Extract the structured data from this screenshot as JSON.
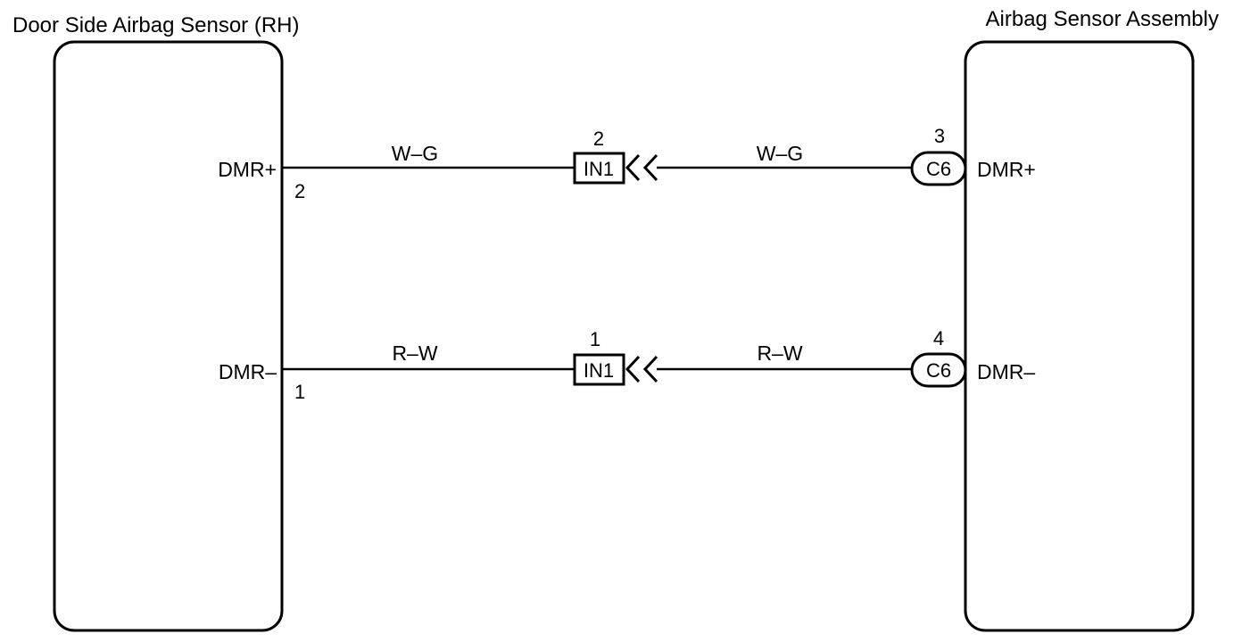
{
  "left_component": {
    "title": "Door Side Airbag Sensor (RH)",
    "terminals": [
      {
        "label": "DMR+",
        "pin": "2"
      },
      {
        "label": "DMR–",
        "pin": "1"
      }
    ]
  },
  "right_component": {
    "title": "Airbag Sensor Assembly",
    "terminals": [
      {
        "label": "DMR+",
        "pin": "3",
        "connector": "C6"
      },
      {
        "label": "DMR–",
        "pin": "4",
        "connector": "C6"
      }
    ]
  },
  "wires": [
    {
      "color_left": "W–G",
      "color_right": "W–G",
      "junction": {
        "connector": "IN1",
        "pin": "2"
      }
    },
    {
      "color_left": "R–W",
      "color_right": "R–W",
      "junction": {
        "connector": "IN1",
        "pin": "1"
      }
    }
  ]
}
